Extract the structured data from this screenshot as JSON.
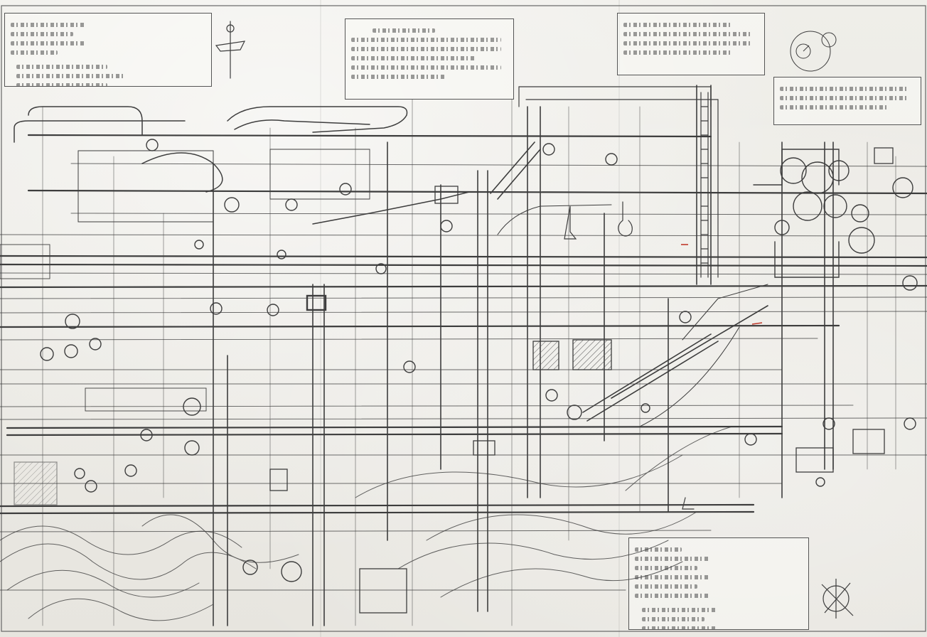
{
  "sheet": {
    "paper_color": "#ece9e3",
    "line_color": "#3d3d3d",
    "accent_color": "#c0392b",
    "icons": [
      "crosshair-compass-icon",
      "valve-icon",
      "gauge-icon"
    ]
  },
  "notes": {
    "top_left": {
      "rows": 4
    },
    "top_center": {
      "rows": 5
    },
    "top_right": {
      "rows": 4
    },
    "right_mid": {
      "rows": 3
    },
    "bottom_right": {
      "rows": 6
    }
  }
}
